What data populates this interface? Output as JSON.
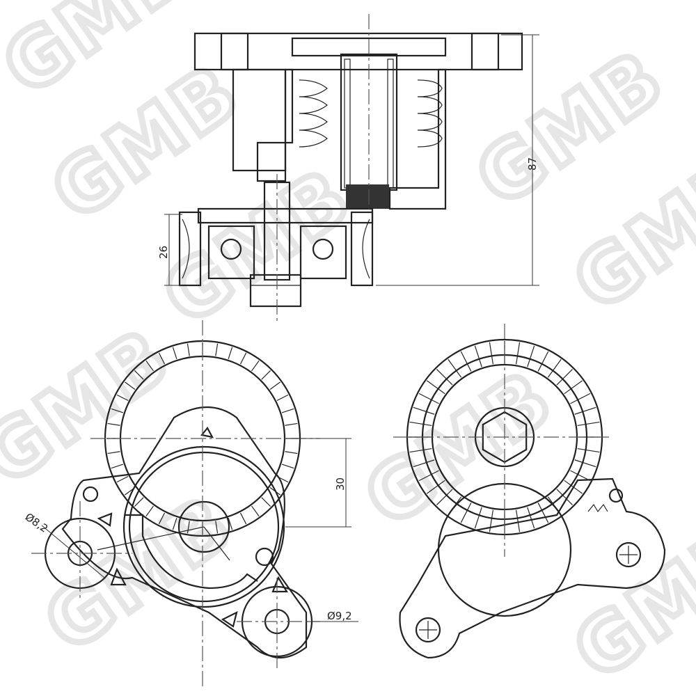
{
  "watermark": "GMB",
  "dimensions": {
    "height_total": "87",
    "pulley_width": "26",
    "offset": "30",
    "hole_left": "Ø8,2",
    "hole_bottom": "Ø9,2"
  },
  "colors": {
    "line": "#222222",
    "watermark": "#e6e6e6"
  }
}
